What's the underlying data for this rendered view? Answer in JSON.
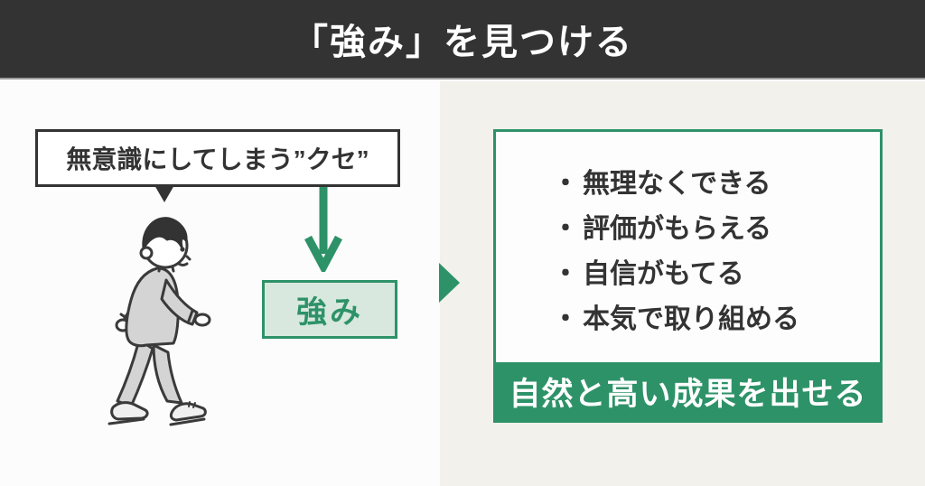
{
  "colors": {
    "accent_green": "#2E9268",
    "accent_green_light": "#D8E8DE",
    "header_bg": "#333333",
    "left_panel_bg": "#FCFCFC",
    "right_panel_bg": "#F2F1EC",
    "text_dark": "#333333",
    "text_white": "#FFFFFF"
  },
  "header": {
    "title": "「強み」を見つける"
  },
  "left_panel": {
    "bubble_label": "無意識にしてしまう”クセ”",
    "strength_box_label": "強み",
    "person_illustration": "walking-person"
  },
  "right_panel": {
    "bullet_marker": "・",
    "bullets": [
      "無理なくできる",
      "評価がもらえる",
      "自信がもてる",
      "本気で取り組める"
    ],
    "result_label": "自然と高い成果を出せる"
  },
  "icons": {
    "bubble_pointer": "triangle-down",
    "down_arrow": "arrow-down",
    "flow_arrow": "arrow-right"
  }
}
